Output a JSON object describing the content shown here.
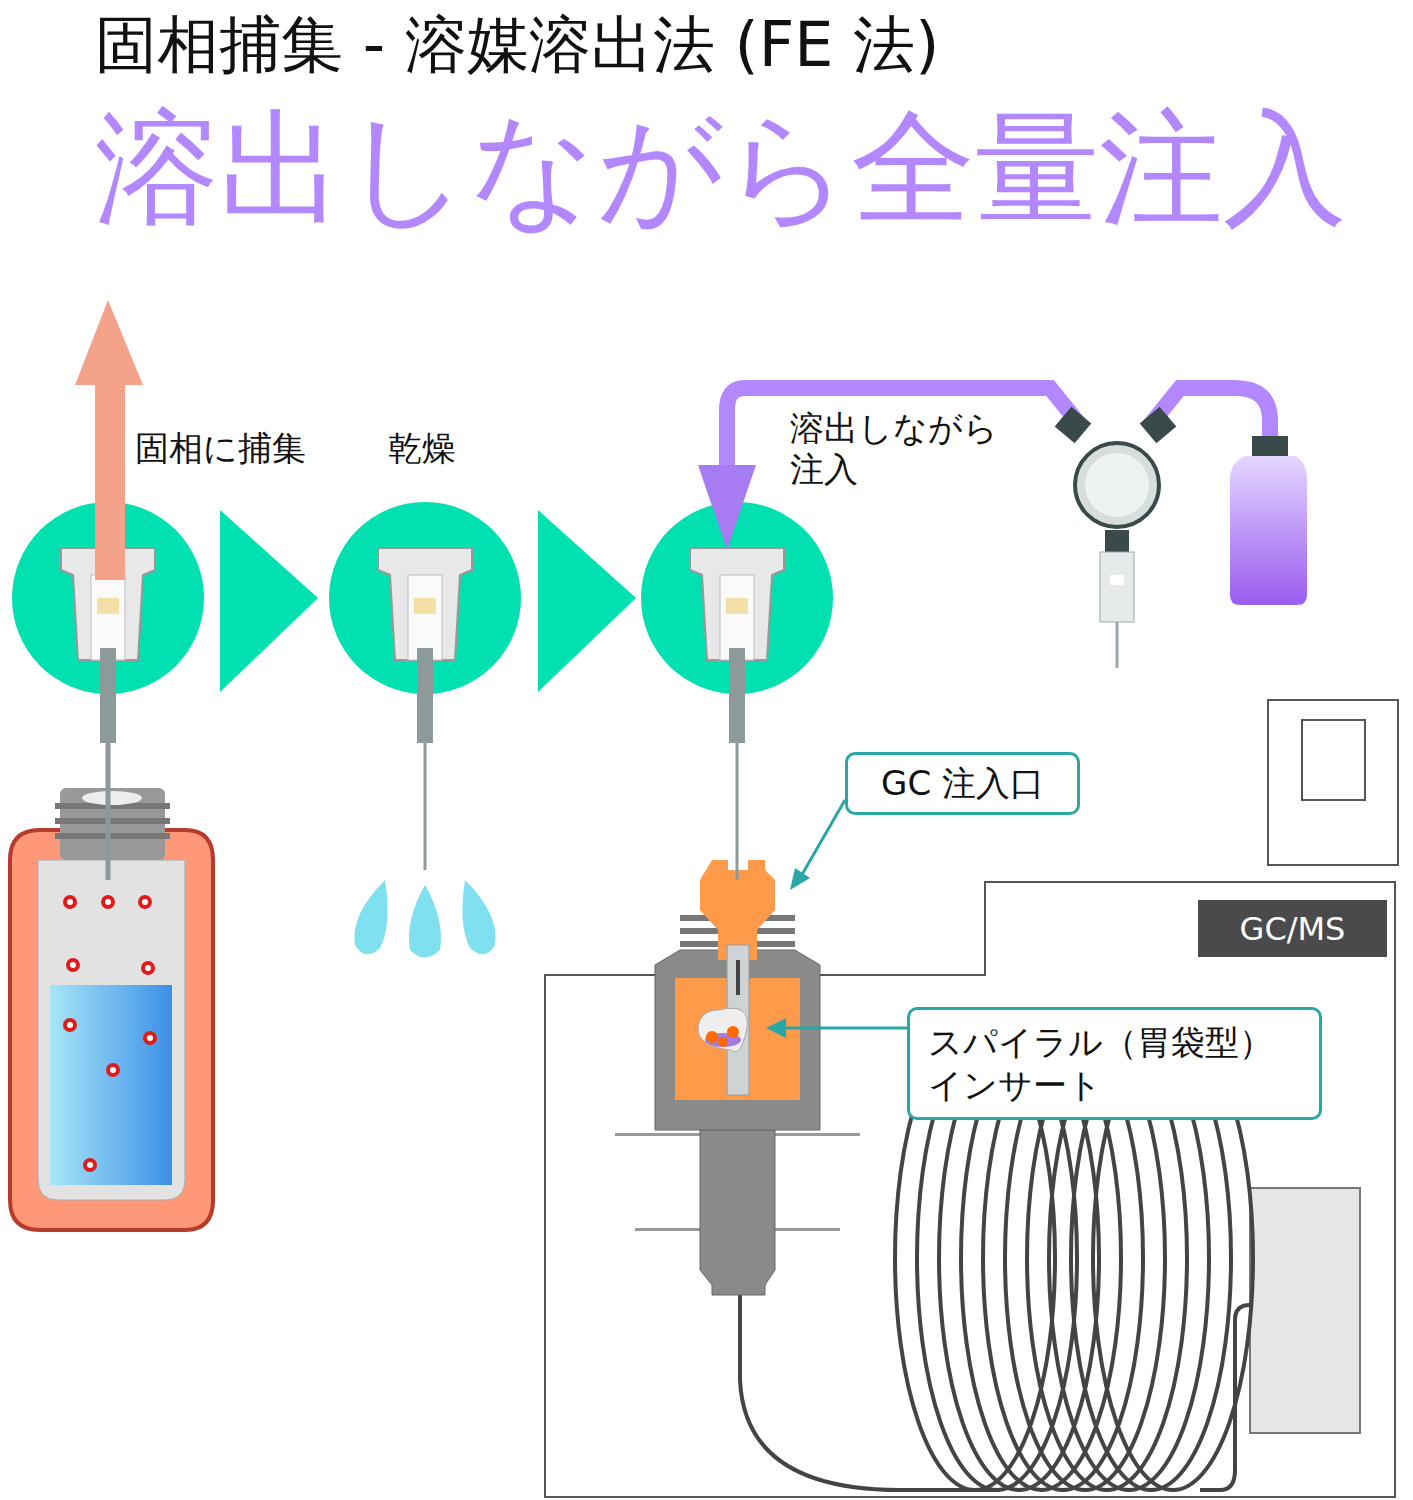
{
  "diagram": {
    "title": "固相捕集 - 溶媒溶出法 (FE 法)",
    "nodes": [
      {
        "text": [
          "GC 注入口"
        ]
      },
      {
        "text": [
          "スパイラル（胃袋型） インサート"
        ]
      },
      {
        "text": [
          "GC/MS"
        ]
      }
    ],
    "labels": [
      "溶出しながら全量注入",
      "固相に捕集",
      "乾燥",
      "溶出しながら 注入"
    ]
  }
}
